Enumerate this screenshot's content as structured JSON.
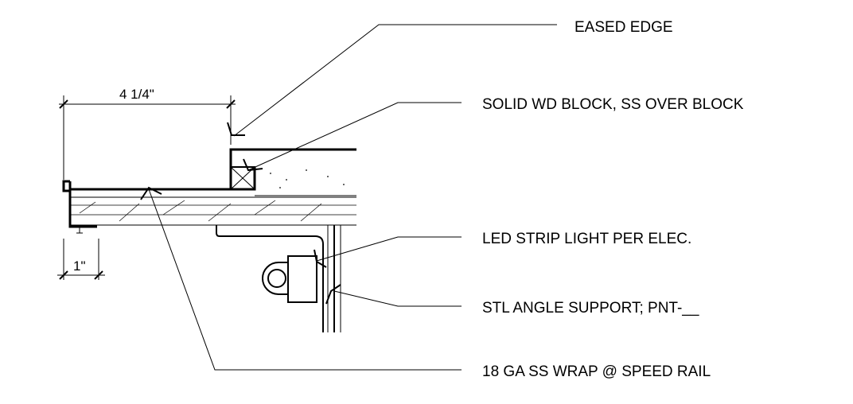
{
  "labels": {
    "eased_edge": "EASED EDGE",
    "solid_block": "SOLID WD BLOCK, SS OVER BLOCK",
    "led_strip": "LED STRIP LIGHT PER ELEC.",
    "angle_support": "STL ANGLE SUPPORT; PNT-__",
    "ss_wrap": "18 GA SS WRAP @ SPEED RAIL"
  },
  "dimensions": {
    "overhang": "4 1/4\"",
    "edge_return": "1\""
  },
  "colors": {
    "ink": "#000000",
    "background": "#ffffff"
  }
}
